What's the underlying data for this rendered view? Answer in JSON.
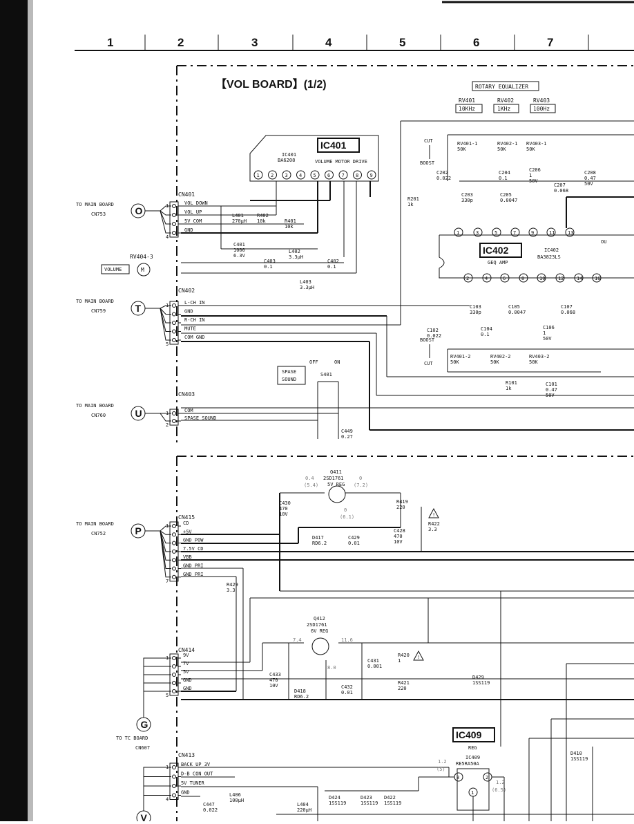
{
  "ruler": [
    "1",
    "2",
    "3",
    "4",
    "5",
    "6",
    "7"
  ],
  "board_title": "【VOL BOARD】(1/2)",
  "rotary_equalizer": {
    "title": "ROTARY EQUALIZER",
    "pots": [
      {
        "ref": "RV401",
        "freq": "10KHz"
      },
      {
        "ref": "RV402",
        "freq": "1KHz"
      },
      {
        "ref": "RV403",
        "freq": "100Hz"
      }
    ]
  },
  "ic401": {
    "box": "IC401",
    "ref": "IC401",
    "part": "BA6208",
    "func": "VOLUME MOTOR DRIVE",
    "pins": [
      "1",
      "2",
      "3",
      "4",
      "5",
      "6",
      "7",
      "8",
      "9"
    ]
  },
  "ic402": {
    "box": "IC402",
    "ref": "IC402",
    "part": "BA3823LS",
    "func": "GEQ AMP",
    "top_pins": [
      "1",
      "3",
      "5",
      "7",
      "9",
      "11",
      "13"
    ],
    "bot_pins": [
      "2",
      "4",
      "6",
      "8",
      "10",
      "12",
      "14",
      "16"
    ]
  },
  "ic409": {
    "box": "IC409",
    "func": "REG",
    "ref": "IC409",
    "part": "RE5RA50A",
    "pins": [
      "3",
      "2",
      "1"
    ]
  },
  "connectors": [
    {
      "to": "TO MAIN BOARD",
      "cn": "CN753",
      "letter": "O",
      "ref": "CN401",
      "lines": [
        "VOL DOWN",
        "VOL UP",
        "5V COM",
        "GND"
      ]
    },
    {
      "to": "TO MAIN BOARD",
      "cn": "CN759",
      "letter": "T",
      "ref": "CN402",
      "lines": [
        "L-CH IN",
        "GND",
        "R-CH IN",
        "MUTE",
        "COM GND"
      ]
    },
    {
      "to": "TO MAIN BOARD",
      "cn": "CN760",
      "letter": "U",
      "ref": "CN403",
      "lines": [
        "COM",
        "SPASE SOUND"
      ]
    },
    {
      "to": "TO MAIN BOARD",
      "cn": "CN752",
      "letter": "P",
      "ref": "CN415",
      "lines": [
        "CD",
        "+5V",
        "GND POW",
        "7.5V CD",
        "VBB",
        "GND PRI",
        "GND PRI"
      ]
    },
    {
      "to": "TO TC BOARD",
      "cn": "CN607",
      "letter": "G",
      "ref": "CN414",
      "lines": [
        "9V",
        "7V",
        "5V",
        "GND",
        "GND"
      ]
    },
    {
      "to": "",
      "cn": "",
      "letter": "V",
      "ref": "CN413",
      "lines": [
        "BACK UP 3V",
        "D-B CON OUT",
        "5V TUNER",
        "GND"
      ]
    }
  ],
  "labels": {
    "volume_motor_ref": "RV404-3",
    "volume_box": "VOLUME",
    "motor": "M",
    "space_sound_box": [
      "SPASE",
      "SOUND"
    ],
    "switch_ref": "S401",
    "switch_off": "OFF",
    "switch_on": "ON",
    "cut": "CUT",
    "boost": "BOOST",
    "q411": [
      "Q411",
      "2SD1761",
      "5V REG"
    ],
    "q412": [
      "Q412",
      "2SD1761",
      "6V REG"
    ],
    "out": "OU"
  },
  "components": [
    "R402 10k",
    "R401 10k",
    "L401 270µH",
    "C401 1000 6.3V",
    "L402 3.3µH",
    "C403 0.1",
    "C402 0.1",
    "L403 3.3µH",
    "R201 1k",
    "C202 0.022",
    "C203 330p",
    "C204 0.1",
    "C205 0.0047",
    "C206 1 50V",
    "C207 0.068",
    "C208 0.47 50V",
    "RV401-1 50K",
    "RV402-1 50K",
    "RV403-1 50K",
    "C102 0.022",
    "C103 330p",
    "C104 0.1",
    "C105 0.0047",
    "C106 1 50V",
    "C107 0.068",
    "RV401-2 50K",
    "RV402-2 50K",
    "RV403-2 50K",
    "R101 1k",
    "C101 0.47 50V",
    "C449 0.27",
    "C430 470 10V",
    "D417 RD6.2",
    "C429 0.01",
    "C428 470 10V",
    "R419 220",
    "R422 3.3",
    "R429 3.3",
    "C433 470 10V",
    "D418 RD6.2",
    "C431 0.001",
    "C432 0.01",
    "R420 1",
    "R421 220",
    "D429 1SS119",
    "D410 1SS119",
    "L406 100µH",
    "C447 0.022",
    "L404 220µH",
    "D424 1SS119",
    "D423 1SS119",
    "D422 1SS119"
  ],
  "voltages": [
    "0.4",
    "(5.4)",
    "0",
    "(7.2)",
    "0",
    "(6.1)",
    "7.4",
    "11.6",
    "8.0",
    "1.2",
    "(5)",
    "1.2",
    "(6.5)"
  ]
}
